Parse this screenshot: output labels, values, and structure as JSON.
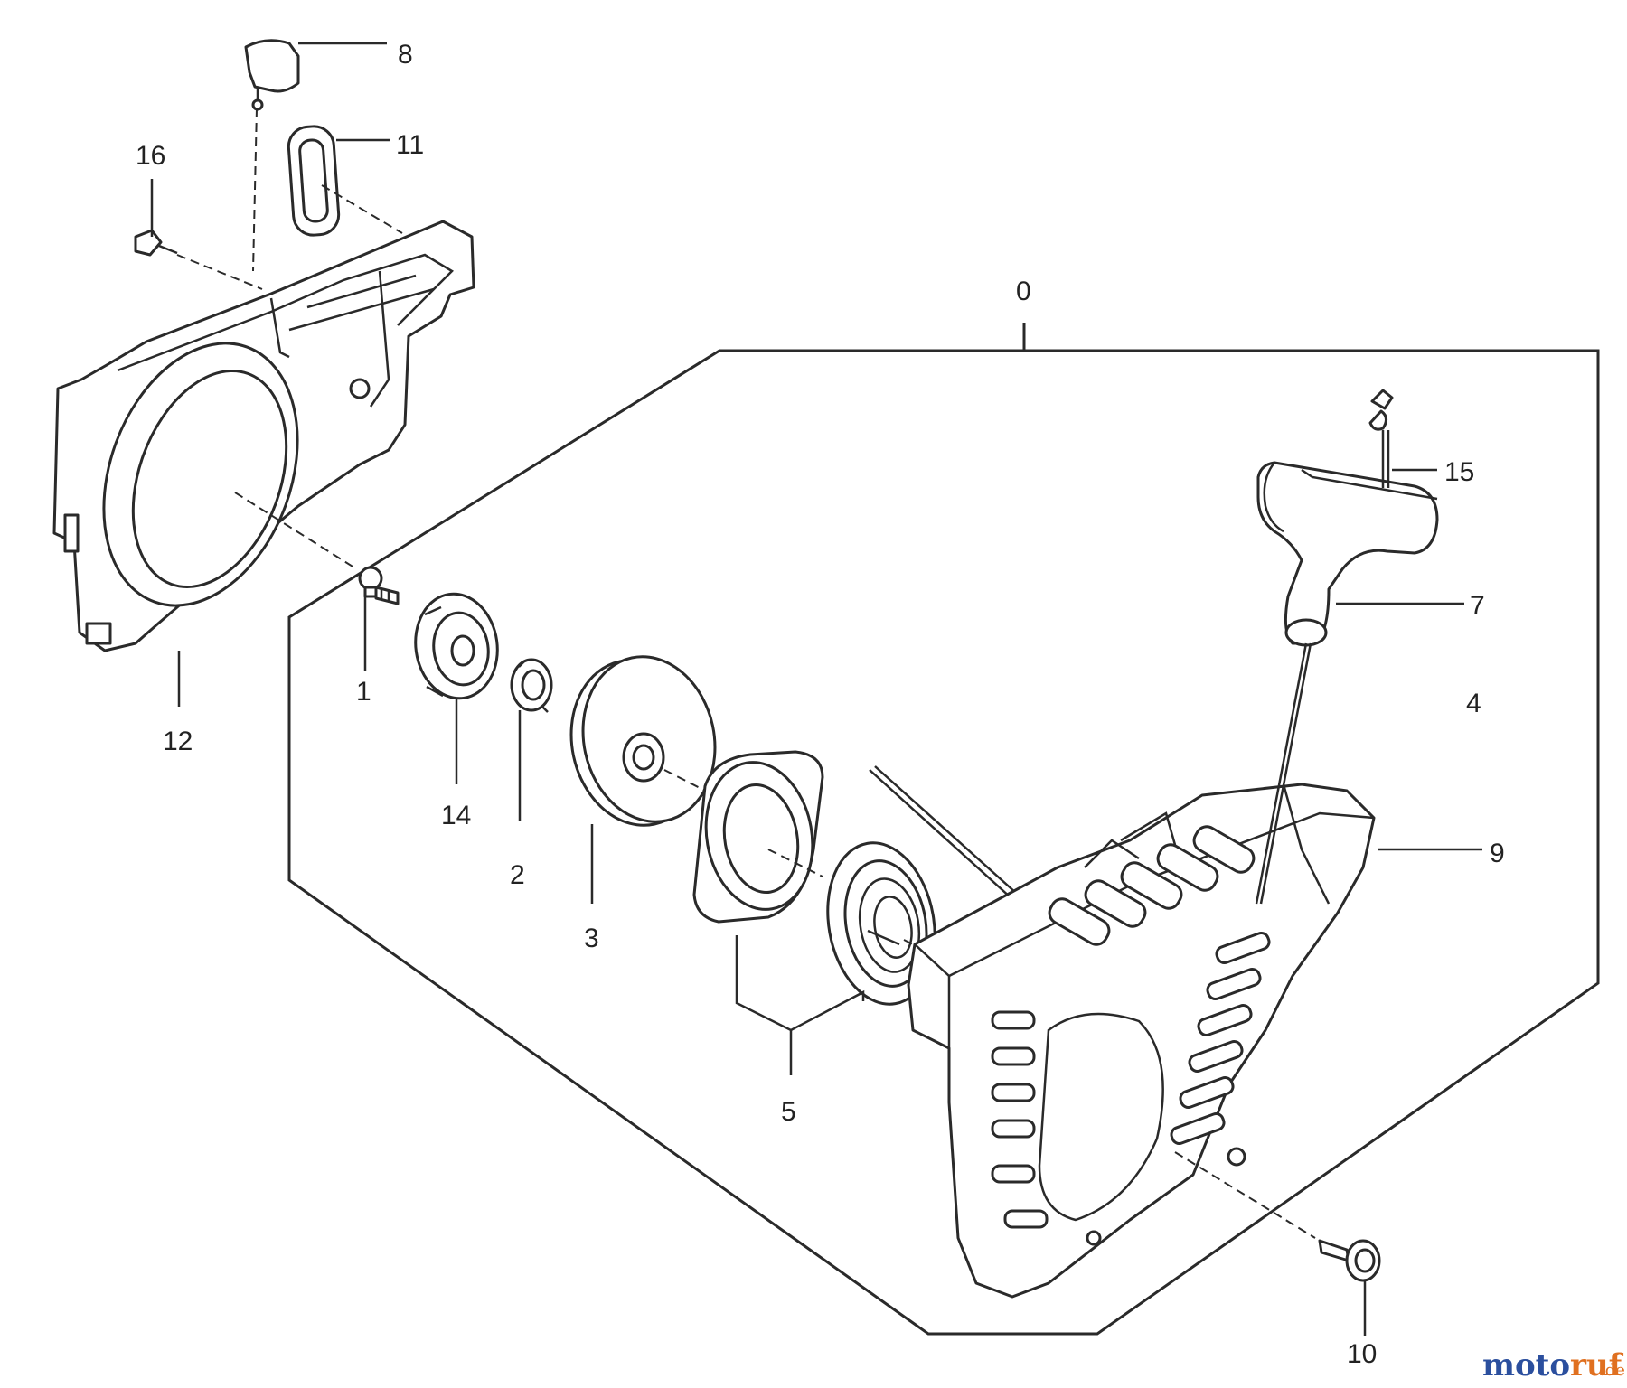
{
  "diagram": {
    "callouts": {
      "p0": "0",
      "p1": "1",
      "p2": "2",
      "p3": "3",
      "p4": "4",
      "p5": "5",
      "p7": "7",
      "p8": "8",
      "p9": "9",
      "p10": "10",
      "p11": "11",
      "p12": "12",
      "p14": "14",
      "p15": "15",
      "p16": "16"
    }
  },
  "watermark": {
    "brand": "motoruf",
    "tld": ".de",
    "colors": {
      "moto": "#2b4f9e",
      "ruf": "#e07020"
    }
  }
}
